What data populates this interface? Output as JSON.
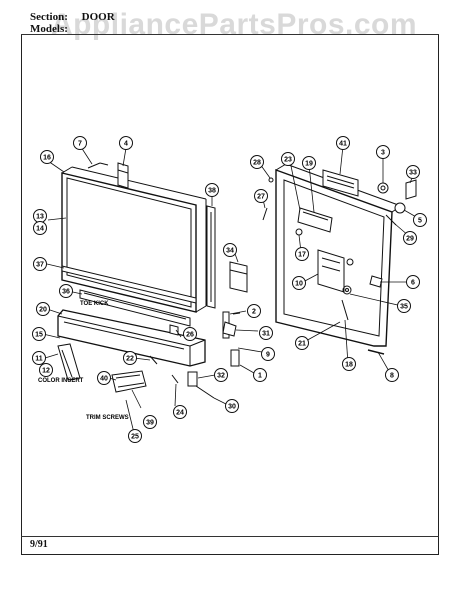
{
  "header": {
    "section_label": "Section:",
    "section_value": "DOOR",
    "models_label": "Models:"
  },
  "watermark": "AppliancePartsPros.com",
  "footer": {
    "date": "9/91"
  },
  "diagram_labels": {
    "toe_kick": "TOE KICK",
    "color_insert": "COLOR INSERT",
    "trim_screws": "TRIM SCREWS"
  },
  "callouts": [
    {
      "id": "c7",
      "text": "7"
    },
    {
      "id": "c4",
      "text": "4"
    },
    {
      "id": "c16",
      "text": "16"
    },
    {
      "id": "c38",
      "text": "38"
    },
    {
      "id": "c13",
      "text": "13"
    },
    {
      "id": "c14",
      "text": "14"
    },
    {
      "id": "c37",
      "text": "37"
    },
    {
      "id": "c36",
      "text": "36"
    },
    {
      "id": "c20",
      "text": "20"
    },
    {
      "id": "c15",
      "text": "15"
    },
    {
      "id": "c11",
      "text": "11"
    },
    {
      "id": "c12",
      "text": "12"
    },
    {
      "id": "c22",
      "text": "22"
    },
    {
      "id": "c40",
      "text": "40"
    },
    {
      "id": "c39",
      "text": "39"
    },
    {
      "id": "c25",
      "text": "25"
    },
    {
      "id": "c24",
      "text": "24"
    },
    {
      "id": "c26",
      "text": "26"
    },
    {
      "id": "c34",
      "text": "34"
    },
    {
      "id": "c2",
      "text": "2"
    },
    {
      "id": "c31",
      "text": "31"
    },
    {
      "id": "c9",
      "text": "9"
    },
    {
      "id": "c1",
      "text": "1"
    },
    {
      "id": "c32",
      "text": "32"
    },
    {
      "id": "c30",
      "text": "30"
    },
    {
      "id": "c28",
      "text": "28"
    },
    {
      "id": "c27",
      "text": "27"
    },
    {
      "id": "c23",
      "text": "23"
    },
    {
      "id": "c19",
      "text": "19"
    },
    {
      "id": "c41",
      "text": "41"
    },
    {
      "id": "c3",
      "text": "3"
    },
    {
      "id": "c33",
      "text": "33"
    },
    {
      "id": "c5",
      "text": "5"
    },
    {
      "id": "c29",
      "text": "29"
    },
    {
      "id": "c17",
      "text": "17"
    },
    {
      "id": "c10",
      "text": "10"
    },
    {
      "id": "c6",
      "text": "6"
    },
    {
      "id": "c35",
      "text": "35"
    },
    {
      "id": "c21",
      "text": "21"
    },
    {
      "id": "c18",
      "text": "18"
    },
    {
      "id": "c8",
      "text": "8"
    }
  ]
}
